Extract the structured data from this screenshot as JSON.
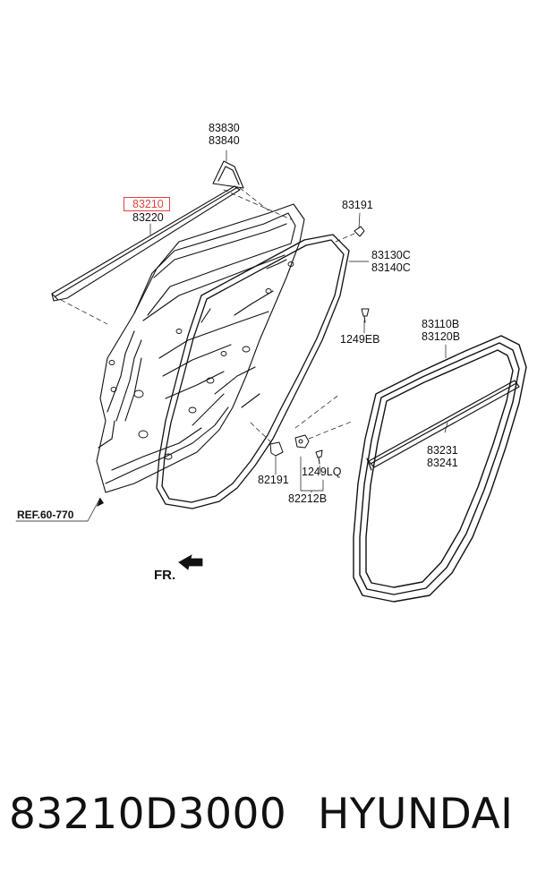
{
  "labels": {
    "p83830": "83830",
    "p83840": "83840",
    "p83210": "83210",
    "p83220": "83220",
    "p83191": "83191",
    "p83130c": "83130C",
    "p83140c": "83140C",
    "p1249eb": "1249EB",
    "p83110b": "83110B",
    "p83120b": "83120B",
    "p83231": "83231",
    "p83241": "83241",
    "p82191": "82191",
    "p1249lq": "1249LQ",
    "p82212b": "82212B",
    "ref": "REF.60-770",
    "fr": "FR."
  },
  "highlight_color": "#e0433f",
  "footer": {
    "part_number": "83210D3000",
    "brand": "HYUNDAI"
  }
}
